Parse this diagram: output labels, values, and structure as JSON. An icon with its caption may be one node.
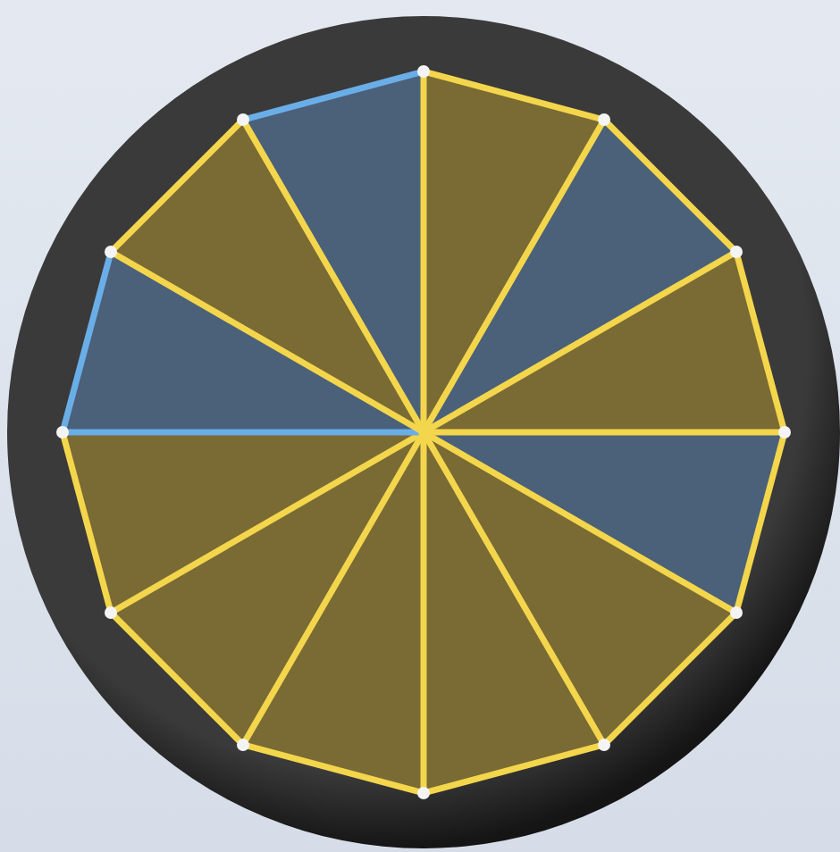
{
  "diagram": {
    "nodes": [
      {
        "text": [],
        "shape": "circle"
      },
      {
        "text": [],
        "shape": "circle"
      },
      {
        "text": [],
        "shape": "circle"
      },
      {
        "text": [],
        "shape": "circle"
      },
      {
        "text": [],
        "shape": "circle"
      },
      {
        "text": [],
        "shape": "circle"
      },
      {
        "text": [],
        "shape": "circle"
      },
      {
        "text": [],
        "shape": "circle"
      },
      {
        "text": [],
        "shape": "circle"
      },
      {
        "text": [],
        "shape": "circle"
      },
      {
        "text": [],
        "shape": "circle"
      },
      {
        "text": [],
        "shape": "circle"
      },
      {
        "text": [],
        "shape": "circle"
      }
    ],
    "edges": [
      {
        "from": 0,
        "to": 1,
        "arrow": "none"
      },
      {
        "from": 0,
        "to": 2,
        "arrow": "none"
      },
      {
        "from": 0,
        "to": 3,
        "arrow": "none"
      },
      {
        "from": 0,
        "to": 4,
        "arrow": "none"
      },
      {
        "from": 0,
        "to": 5,
        "arrow": "none"
      },
      {
        "from": 0,
        "to": 6,
        "arrow": "none"
      },
      {
        "from": 0,
        "to": 7,
        "arrow": "none"
      },
      {
        "from": 0,
        "to": 8,
        "arrow": "none"
      },
      {
        "from": 0,
        "to": 9,
        "arrow": "none"
      },
      {
        "from": 0,
        "to": 10,
        "arrow": "none",
        "color": "#6aaee8"
      },
      {
        "from": 0,
        "to": 11,
        "arrow": "none"
      },
      {
        "from": 0,
        "to": 12,
        "arrow": "none"
      },
      {
        "from": 1,
        "to": 2,
        "arrow": "none"
      },
      {
        "from": 2,
        "to": 3,
        "arrow": "none"
      },
      {
        "from": 3,
        "to": 4,
        "arrow": "none"
      },
      {
        "from": 4,
        "to": 5,
        "arrow": "none"
      },
      {
        "from": 5,
        "to": 6,
        "arrow": "none"
      },
      {
        "from": 6,
        "to": 7,
        "arrow": "none"
      },
      {
        "from": 7,
        "to": 8,
        "arrow": "none"
      },
      {
        "from": 8,
        "to": 9,
        "arrow": "none"
      },
      {
        "from": 9,
        "to": 10,
        "arrow": "none"
      },
      {
        "from": 10,
        "to": 11,
        "arrow": "none",
        "color": "#6aaee8"
      },
      {
        "from": 11,
        "to": 12,
        "arrow": "none"
      },
      {
        "from": 12,
        "to": 1,
        "arrow": "none",
        "color": "#6aaee8"
      }
    ]
  }
}
